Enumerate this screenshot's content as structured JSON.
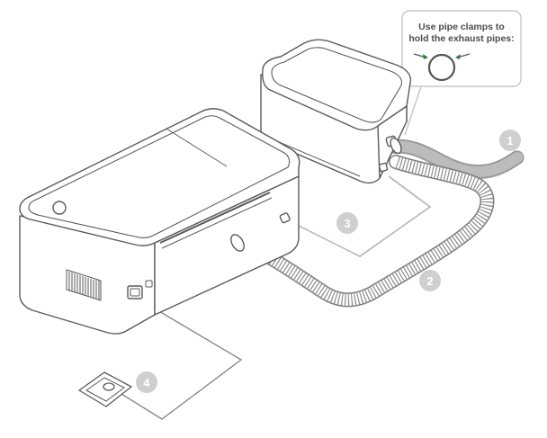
{
  "callout": {
    "line1": "Use pipe clamps to",
    "line2": "hold the exhaust pipes:"
  },
  "badges": [
    {
      "id": "badge-1",
      "label": "1"
    },
    {
      "id": "badge-2",
      "label": "2"
    },
    {
      "id": "badge-3",
      "label": "3"
    },
    {
      "id": "badge-4",
      "label": "4"
    }
  ],
  "colors": {
    "outline": "#5a5a5a",
    "light_outline": "#9a9a9a",
    "badge_fill": "#cfcfcf",
    "callout_border": "#bdbdbd",
    "callout_arrow": "#2e7d32",
    "hose": "#8c8c8c"
  }
}
